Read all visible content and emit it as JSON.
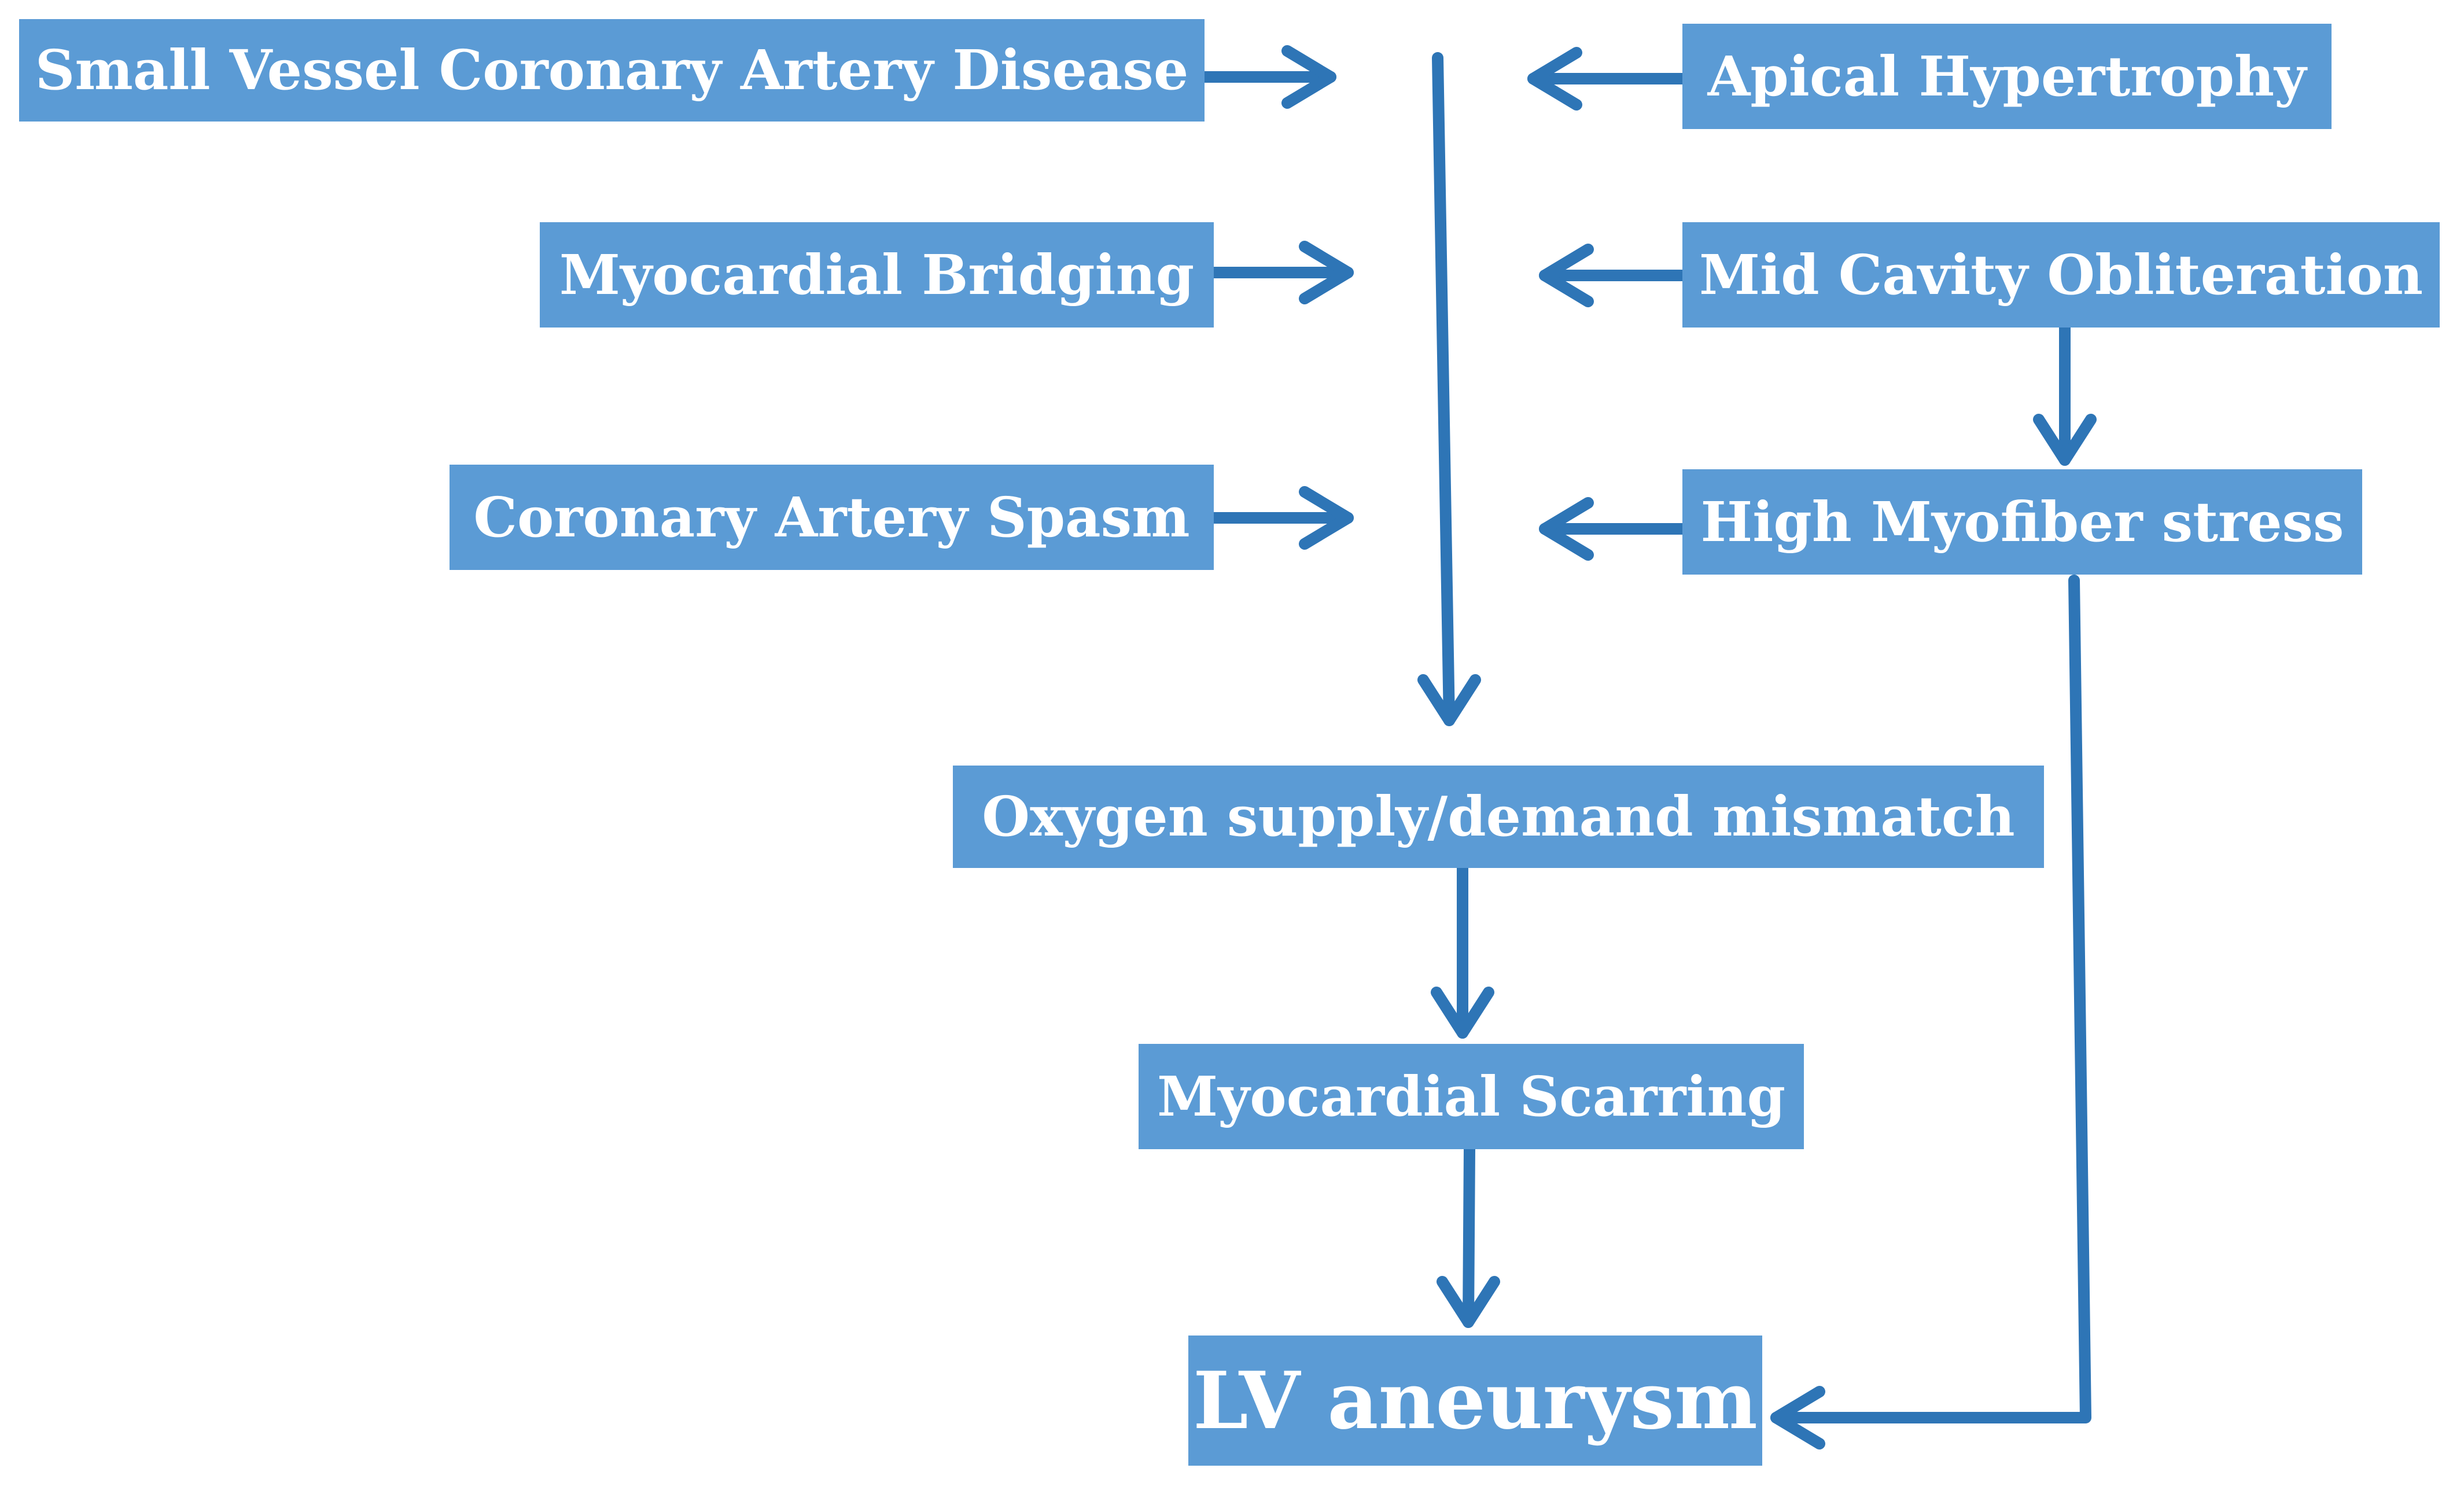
{
  "colors": {
    "box_fill": "#5b9bd5",
    "box_text": "#ffffff",
    "arrow": "#2e75b6"
  },
  "nodes": {
    "small_vessel_cad": "Small Vessel Coronary Artery Disease",
    "apical_hypertrophy": "Apical Hypertrophy",
    "myocardial_bridging": "Myocardial Bridging",
    "mid_cavity_obliteration": "Mid Cavity Obliteration",
    "coronary_artery_spasm": "Coronary Artery Spasm",
    "high_myofiber_stress": "High Myofiber stress",
    "oxygen_mismatch": "Oxygen supply/demand mismatch",
    "myocardial_scarring": "Myocardial Scarring",
    "lv_aneurysm": "LV aneurysm"
  },
  "edges": [
    {
      "from": "Small Vessel Coronary Artery Disease",
      "to": "Oxygen supply/demand mismatch"
    },
    {
      "from": "Apical Hypertrophy",
      "to": "Oxygen supply/demand mismatch"
    },
    {
      "from": "Myocardial Bridging",
      "to": "Oxygen supply/demand mismatch"
    },
    {
      "from": "Mid Cavity Obliteration",
      "to": "Oxygen supply/demand mismatch"
    },
    {
      "from": "Coronary Artery Spasm",
      "to": "Oxygen supply/demand mismatch"
    },
    {
      "from": "High Myofiber stress",
      "to": "Oxygen supply/demand mismatch"
    },
    {
      "from": "Mid Cavity Obliteration",
      "to": "High Myofiber stress"
    },
    {
      "from": "Oxygen supply/demand mismatch",
      "to": "Myocardial Scarring"
    },
    {
      "from": "Myocardial Scarring",
      "to": "LV aneurysm"
    },
    {
      "from": "High Myofiber stress",
      "to": "LV aneurysm"
    }
  ]
}
